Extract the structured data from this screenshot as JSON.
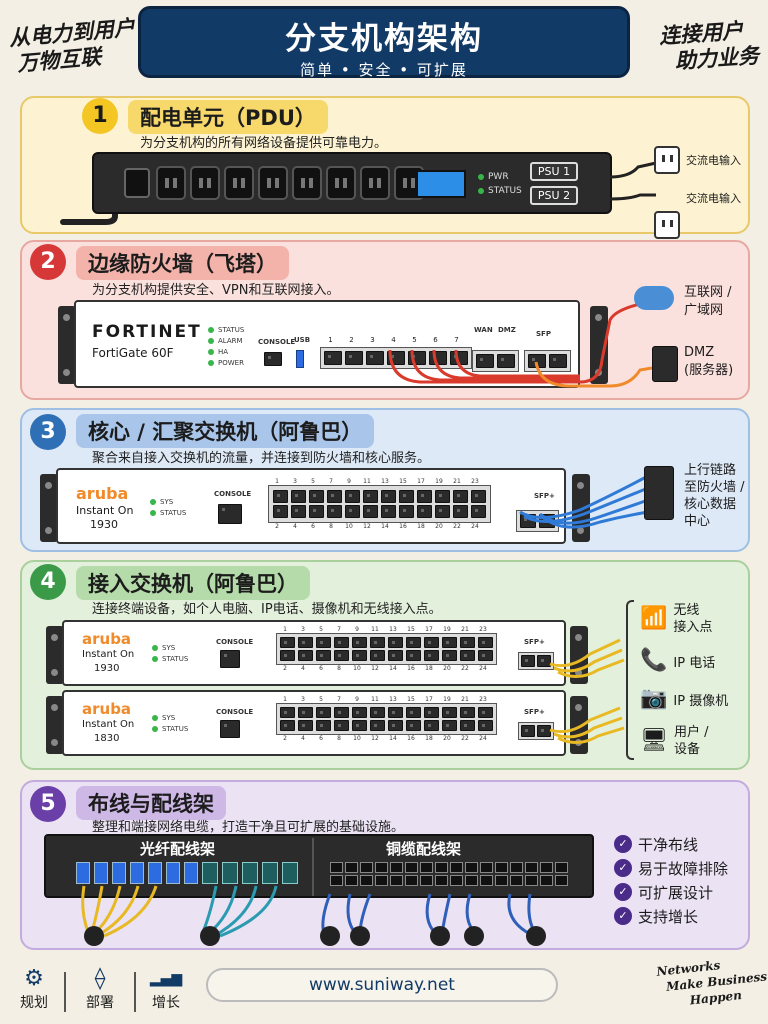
{
  "header": {
    "title": "分支机构架构",
    "subtitle": "简单 • 安全 • 可扩展",
    "left_note": [
      "从电力到用户",
      "万物互联"
    ],
    "right_note": [
      "连接用户",
      "助力业务"
    ]
  },
  "sections": [
    {
      "number": "1",
      "title": "配电单元（PDU）",
      "desc": "为分支机构的所有网络设备提供可靠电力。",
      "color": "#f3c623",
      "bg": "#fdf3d2",
      "border": "#e8c96a"
    },
    {
      "number": "2",
      "title": "边缘防火墙（飞塔）",
      "desc": "为分支机构提供安全、VPN和互联网接入。",
      "color": "#d63838",
      "bg": "#fbe1de",
      "border": "#e8a8a2"
    },
    {
      "number": "3",
      "title": "核心 / 汇聚交换机（阿鲁巴）",
      "desc": "聚合来自接入交换机的流量，并连接到防火墙和核心服务。",
      "color": "#2f6fb5",
      "bg": "#dde9f7",
      "border": "#9fc0e4"
    },
    {
      "number": "4",
      "title": "接入交换机（阿鲁巴）",
      "desc": "连接终端设备，如个人电脑、IP电话、摄像机和无线接入点。",
      "color": "#3a9a48",
      "bg": "#e3f0dc",
      "border": "#a9d09d"
    },
    {
      "number": "5",
      "title": "布线与配线架",
      "desc": "整理和端接网络电缆，打造干净且可扩展的基础设施。",
      "color": "#6a3fa8",
      "bg": "#ebe2f4",
      "border": "#c2acdf"
    }
  ],
  "pdu": {
    "pwr": "PWR",
    "status": "STATUS",
    "psu1": "PSU 1",
    "psu2": "PSU 2",
    "ac_in_1": "交流电输入",
    "ac_in_2": "交流电输入"
  },
  "firewall": {
    "brand": "FORTINET",
    "model": "FortiGate 60F",
    "leds": [
      "STATUS",
      "ALARM",
      "HA",
      "POWER"
    ],
    "console": "CONSOLE",
    "usb": "USB",
    "ports": [
      "1",
      "2",
      "3",
      "4",
      "5",
      "6",
      "7"
    ],
    "wan": "WAN",
    "dmz": "DMZ",
    "sfp": "SFP",
    "internet_label": [
      "互联网 /",
      "广域网"
    ],
    "dmz_label": [
      "DMZ",
      "(服务器)"
    ]
  },
  "core_switch": {
    "brand": "aruba",
    "line": "Instant On",
    "model": "1930",
    "leds": [
      "SYS",
      "STATUS"
    ],
    "console": "CONSOLE",
    "sfp": "SFP+",
    "top_nums": [
      "1",
      "3",
      "5",
      "7",
      "9",
      "11",
      "13",
      "15",
      "17",
      "19",
      "21",
      "23"
    ],
    "bottom_nums": [
      "2",
      "4",
      "6",
      "8",
      "10",
      "12",
      "14",
      "16",
      "18",
      "20",
      "22",
      "24"
    ],
    "uplink_label": [
      "上行链路",
      "至防火墙 /",
      "核心数据",
      "中心"
    ]
  },
  "access_switches": [
    {
      "brand": "aruba",
      "line": "Instant On",
      "model": "1930",
      "leds": [
        "SYS",
        "STATUS"
      ],
      "console": "CONSOLE",
      "sfp": "SFP+"
    },
    {
      "brand": "aruba",
      "line": "Instant On",
      "model": "1830",
      "leds": [
        "SYS",
        "STATUS"
      ],
      "console": "CONSOLE",
      "sfp": "SFP+"
    }
  ],
  "access_top_nums": [
    "1",
    "3",
    "5",
    "7",
    "9",
    "11",
    "13",
    "15",
    "17",
    "19",
    "21",
    "23"
  ],
  "access_bottom_nums": [
    "2",
    "4",
    "6",
    "8",
    "10",
    "12",
    "14",
    "16",
    "18",
    "20",
    "22",
    "24"
  ],
  "endpoints": [
    {
      "icon": "wifi-icon",
      "glyph": "📶",
      "label": [
        "无线",
        "接入点"
      ]
    },
    {
      "icon": "phone-icon",
      "glyph": "📞",
      "label": [
        "IP 电话"
      ]
    },
    {
      "icon": "camera-icon",
      "glyph": "📷",
      "label": [
        "IP 摄像机"
      ]
    },
    {
      "icon": "monitor-icon",
      "glyph": "🖥",
      "label": [
        "用户 /",
        "设备"
      ]
    }
  ],
  "patch": {
    "fiber": "光纤配线架",
    "copper": "铜缆配线架"
  },
  "benefits": [
    "干净布线",
    "易于故障排除",
    "可扩展设计",
    "支持增长"
  ],
  "footer": {
    "items": [
      {
        "icon": "gear-icon",
        "glyph": "⚙",
        "label": "规划"
      },
      {
        "icon": "network-icon",
        "glyph": "⟠",
        "label": "部署"
      },
      {
        "icon": "growth-chart-icon",
        "glyph": "▂▄▆",
        "label": "增长"
      }
    ],
    "url": "www.suniway.net",
    "tagline": [
      "Networks",
      "Make Business",
      "Happen"
    ]
  },
  "colors": {
    "navy": "#123a66",
    "cable_red": "#d93a2b",
    "cable_orange": "#f08a2a",
    "cable_blue": "#2f7ad6",
    "cable_yellow": "#e8b923",
    "cable_teal": "#2a9bb0",
    "purple": "#4b2b8a"
  }
}
